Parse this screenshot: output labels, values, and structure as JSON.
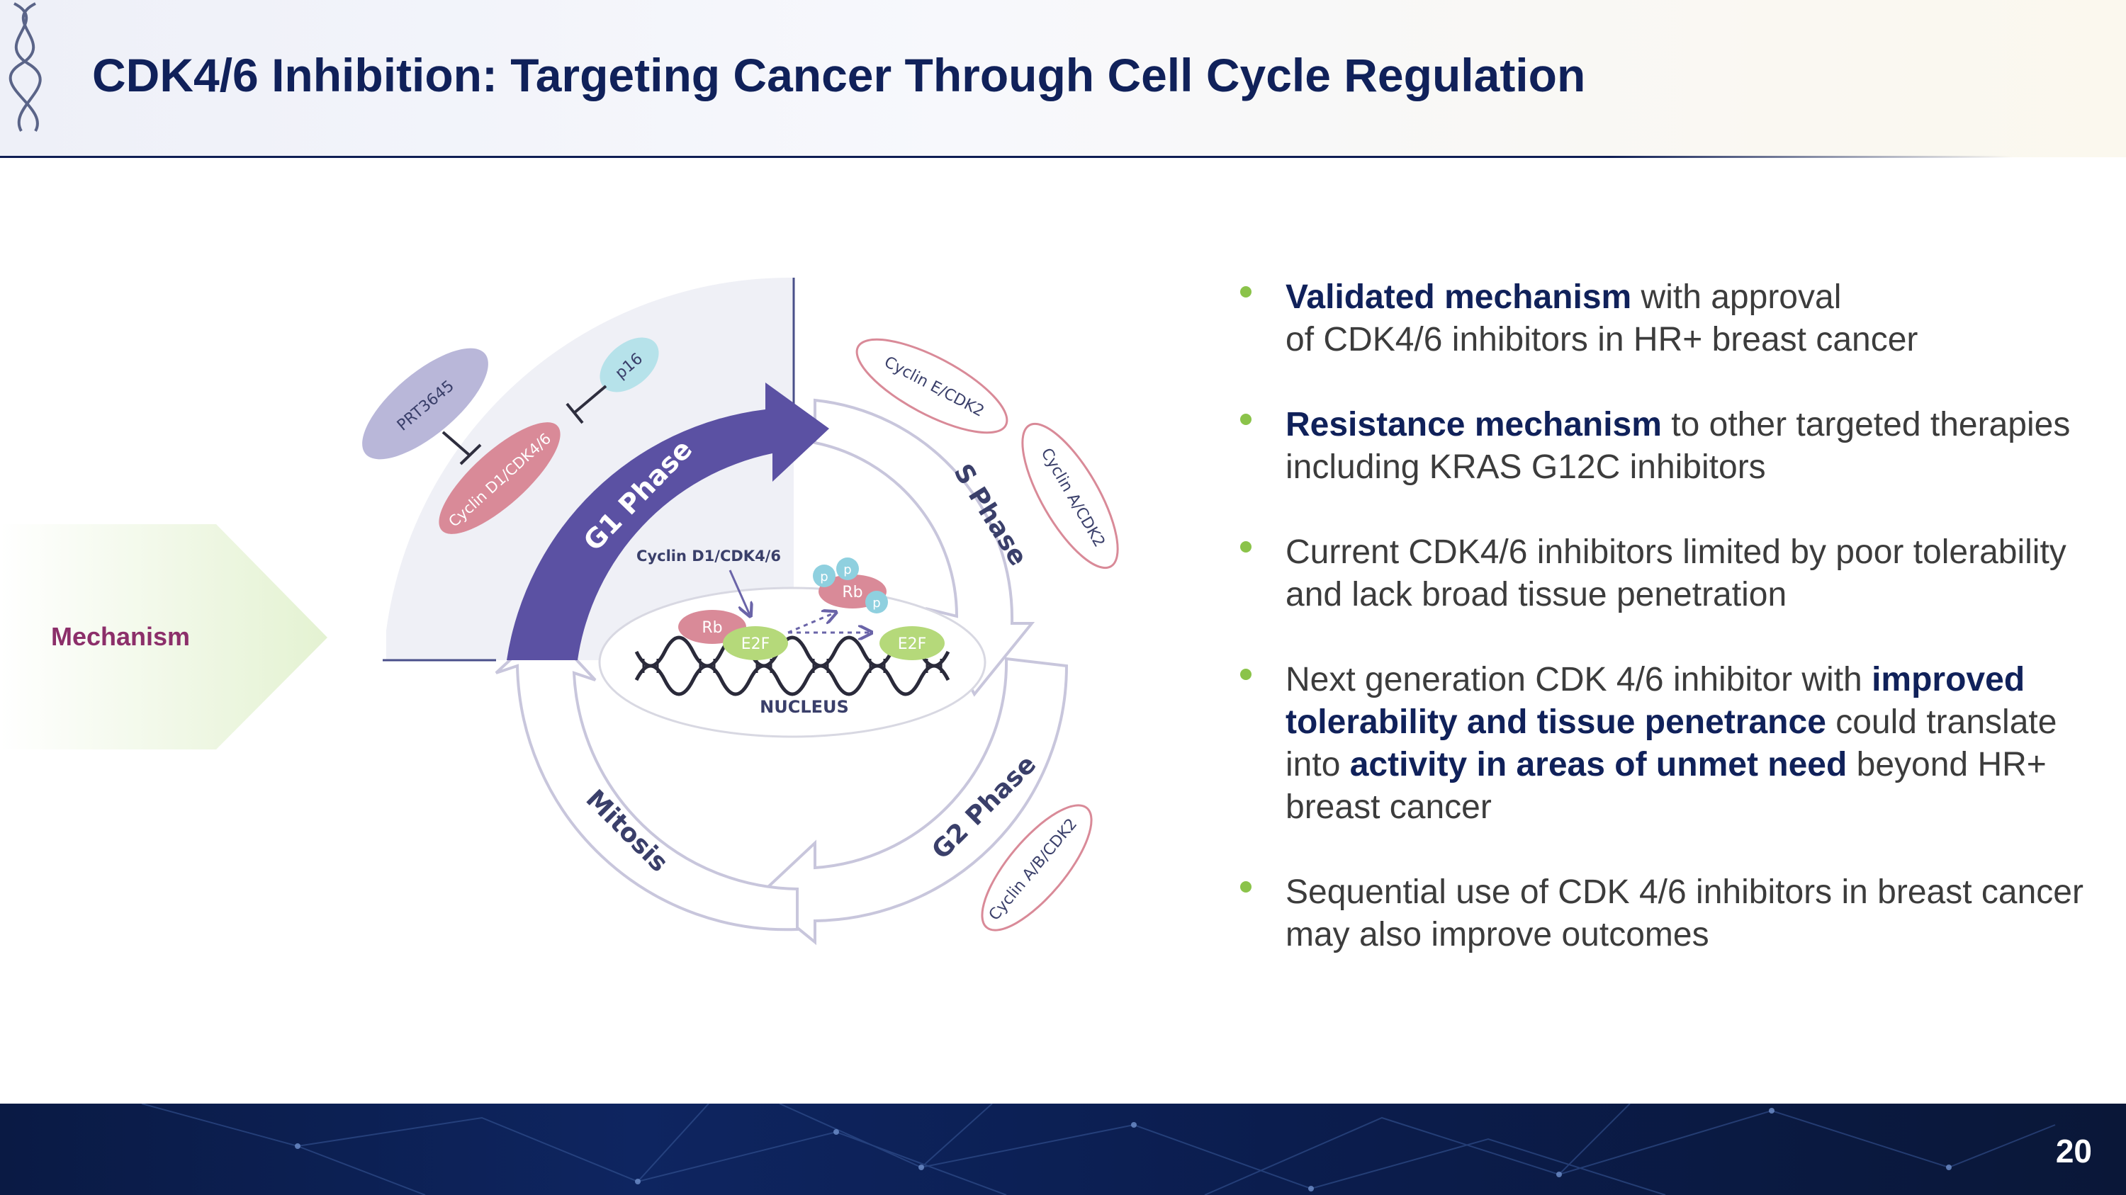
{
  "title": "CDK4/6 Inhibition: Targeting Cancer Through Cell Cycle Regulation",
  "section_label": "Mechanism",
  "page_number": "20",
  "colors": {
    "title": "#10215a",
    "accent_bullet": "#8bc34a",
    "g1_arrow": "#5b51a3",
    "mechanism_label": "#8c2f6a",
    "footer": "#0e2560"
  },
  "diagram": {
    "phases": [
      "G1 Phase",
      "S Phase",
      "G2 Phase",
      "Mitosis"
    ],
    "inhibitors": [
      "PRT3645",
      "p16"
    ],
    "complexes": [
      "Cyclin D1/CDK4/6",
      "Cyclin E/CDK2",
      "Cyclin A/CDK2",
      "Cyclin A/B/CDK2"
    ],
    "nucleus_label": "NUCLEUS",
    "nucleus_complex": "Cyclin D1/CDK4/6",
    "rb_label": "Rb",
    "e2f_label": "E2F",
    "p_label": "p"
  },
  "bullets": [
    {
      "parts": [
        {
          "text": "Validated mechanism",
          "bold": true
        },
        {
          "text": " with approval\nof CDK4/6 inhibitors in HR+ breast cancer",
          "bold": false
        }
      ]
    },
    {
      "parts": [
        {
          "text": "Resistance mechanism",
          "bold": true
        },
        {
          "text": " to other targeted therapies including KRAS G12C inhibitors",
          "bold": false
        }
      ]
    },
    {
      "parts": [
        {
          "text": "Current CDK4/6 inhibitors limited by poor tolerability and lack broad tissue penetration",
          "bold": false
        }
      ]
    },
    {
      "parts": [
        {
          "text": "Next generation CDK 4/6 inhibitor with ",
          "bold": false
        },
        {
          "text": "improved tolerability and tissue penetrance",
          "bold": true
        },
        {
          "text": " could translate into ",
          "bold": false
        },
        {
          "text": "activity in areas of unmet need",
          "bold": true
        },
        {
          "text": " beyond HR+ breast cancer",
          "bold": false
        }
      ]
    },
    {
      "parts": [
        {
          "text": "Sequential use of CDK 4/6 inhibitors in breast cancer may also improve outcomes",
          "bold": false
        }
      ]
    }
  ]
}
